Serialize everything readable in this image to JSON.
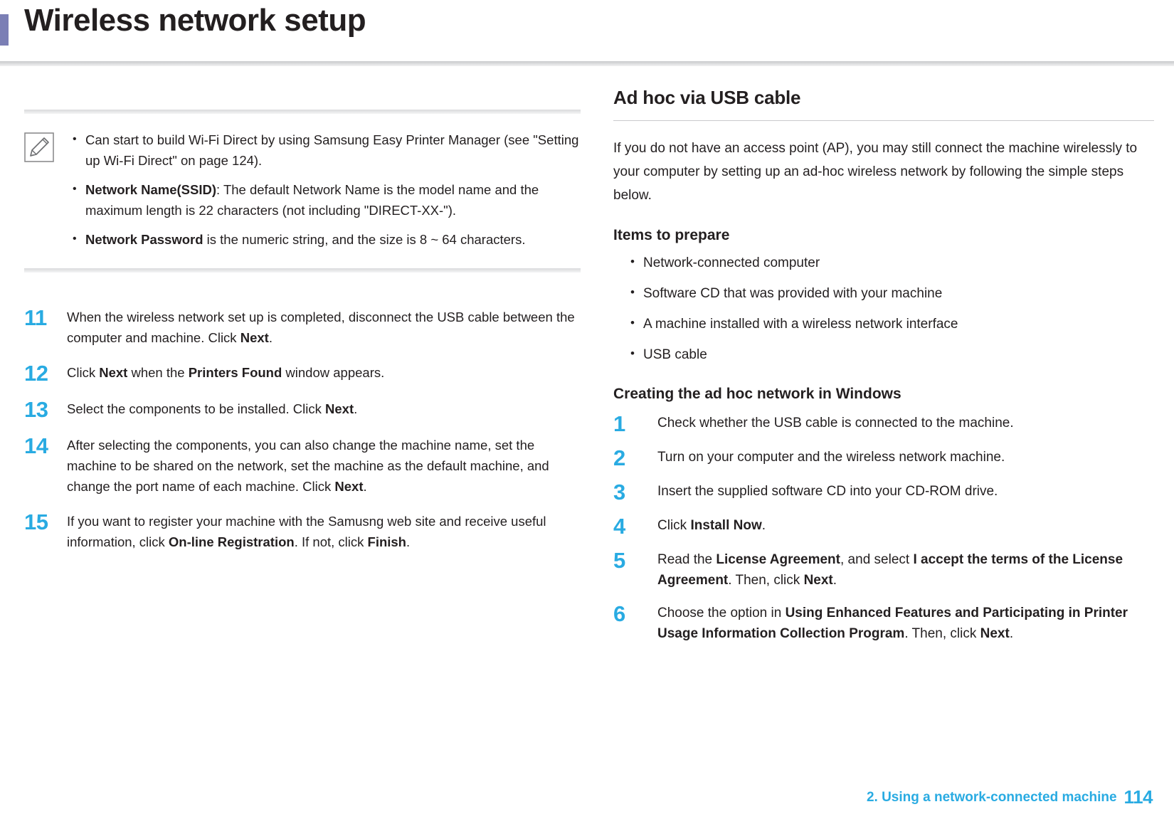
{
  "header": {
    "title": "Wireless network setup"
  },
  "note": {
    "icon": "note-pencil-icon",
    "items": [
      {
        "segments": [
          {
            "text": "Can start to build Wi-Fi Direct by using Samsung Easy Printer Manager (see \"Setting up Wi-Fi Direct\" on page 124).",
            "bold": false
          }
        ]
      },
      {
        "segments": [
          {
            "text": "Network Name(SSID)",
            "bold": true
          },
          {
            "text": ": The default Network Name is the model name and the maximum length is 22 characters (not including \"DIRECT-XX-\").",
            "bold": false
          }
        ]
      },
      {
        "segments": [
          {
            "text": "Network Password",
            "bold": true
          },
          {
            "text": " is the numeric string, and the size is 8 ~ 64 characters.",
            "bold": false
          }
        ]
      }
    ]
  },
  "left_steps": [
    {
      "num": "11",
      "segments": [
        {
          "text": "When the wireless network set up is completed, disconnect the USB cable between the computer and machine. Click ",
          "bold": false
        },
        {
          "text": "Next",
          "bold": true
        },
        {
          "text": ".",
          "bold": false
        }
      ]
    },
    {
      "num": "12",
      "segments": [
        {
          "text": "Click ",
          "bold": false
        },
        {
          "text": "Next",
          "bold": true
        },
        {
          "text": " when the ",
          "bold": false
        },
        {
          "text": "Printers Found",
          "bold": true
        },
        {
          "text": " window appears.",
          "bold": false
        }
      ]
    },
    {
      "num": "13",
      "segments": [
        {
          "text": "Select the components to be installed. Click ",
          "bold": false
        },
        {
          "text": "Next",
          "bold": true
        },
        {
          "text": ".",
          "bold": false
        }
      ]
    },
    {
      "num": "14",
      "segments": [
        {
          "text": "After selecting the components, you can also change the machine name, set the machine to be shared on the network, set the machine as the default machine, and change the port name of each machine. Click ",
          "bold": false
        },
        {
          "text": "Next",
          "bold": true
        },
        {
          "text": ".",
          "bold": false
        }
      ]
    },
    {
      "num": "15",
      "segments": [
        {
          "text": "If you want to register your machine with the Samusng web site and receive useful information, click ",
          "bold": false
        },
        {
          "text": "On-line Registration",
          "bold": true
        },
        {
          "text": ". If not, click ",
          "bold": false
        },
        {
          "text": "Finish",
          "bold": true
        },
        {
          "text": ".",
          "bold": false
        }
      ]
    }
  ],
  "right": {
    "heading": "Ad hoc via USB cable",
    "intro": "If you do not have an access point (AP), you may still connect the machine wirelessly to your computer by setting up an ad-hoc wireless network by following the simple steps below.",
    "items_heading": "Items to prepare",
    "items": [
      "Network-connected computer",
      "Software CD that was provided with your machine",
      "A machine installed with a wireless network interface",
      "USB cable"
    ],
    "creating_heading": "Creating the ad hoc network in Windows",
    "steps": [
      {
        "num": "1",
        "segments": [
          {
            "text": "Check whether the USB cable is connected to the machine.",
            "bold": false
          }
        ]
      },
      {
        "num": "2",
        "segments": [
          {
            "text": "Turn on your computer and the wireless network machine.",
            "bold": false
          }
        ]
      },
      {
        "num": "3",
        "segments": [
          {
            "text": "Insert the supplied software CD into your CD-ROM drive.",
            "bold": false
          }
        ]
      },
      {
        "num": "4",
        "segments": [
          {
            "text": "Click ",
            "bold": false
          },
          {
            "text": "Install Now",
            "bold": true
          },
          {
            "text": ".",
            "bold": false
          }
        ]
      },
      {
        "num": "5",
        "segments": [
          {
            "text": "Read the ",
            "bold": false
          },
          {
            "text": "License Agreement",
            "bold": true
          },
          {
            "text": ", and select ",
            "bold": false
          },
          {
            "text": "I accept the terms of the License Agreement",
            "bold": true
          },
          {
            "text": ". Then, click ",
            "bold": false
          },
          {
            "text": "Next",
            "bold": true
          },
          {
            "text": ".",
            "bold": false
          }
        ]
      },
      {
        "num": "6",
        "segments": [
          {
            "text": "Choose the option in ",
            "bold": false
          },
          {
            "text": "Using Enhanced Features and Participating in Printer Usage Information Collection Program",
            "bold": true
          },
          {
            "text": ". Then, click ",
            "bold": false
          },
          {
            "text": "Next",
            "bold": true
          },
          {
            "text": ".",
            "bold": false
          }
        ]
      }
    ]
  },
  "footer": {
    "chapter": "2.  Using a network-connected machine",
    "page": "114"
  },
  "colors": {
    "accent": "#29abe2",
    "tab": "#7b7fb5",
    "text": "#231f20"
  }
}
